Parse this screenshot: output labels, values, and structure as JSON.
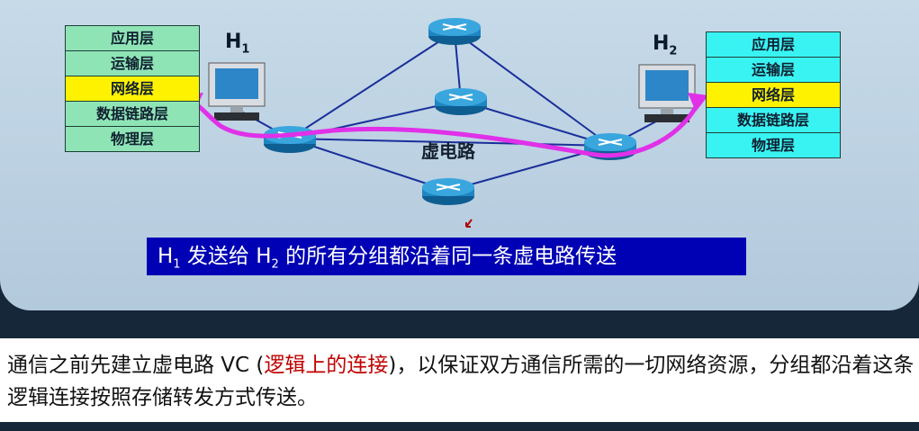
{
  "diagram": {
    "host_h1": {
      "letter": "H",
      "sub": "1"
    },
    "host_h2": {
      "letter": "H",
      "sub": "2"
    },
    "stack_h1": {
      "layers": [
        "应用层",
        "运输层",
        "网络层",
        "数据链路层",
        "物理层"
      ],
      "highlight_index": 2
    },
    "stack_h2": {
      "layers": [
        "应用层",
        "运输层",
        "网络层",
        "数据链路层",
        "物理层"
      ],
      "highlight_index": 2
    },
    "virtual_circuit_label": "虚电路",
    "banner": {
      "h1": "H",
      "h1_sub": "1",
      "mid": " 发送给 ",
      "h2": "H",
      "h2_sub": "2",
      "tail": " 的所有分组都沿着同一条虚电路传送"
    },
    "colors": {
      "path": "#e030e8",
      "banner_bg": "#0000b4",
      "highlight": "#fff200",
      "stack_h1_bg": "#8fe4b6",
      "stack_h2_bg": "#39f3f3",
      "router": "#1f86c2"
    }
  },
  "caption": {
    "part1": "通信之前先建立虚电路 VC (",
    "part_red": "逻辑上的连接",
    "part2": ")，以保证双方通信所需的一切网络资源，分组都沿着这条逻辑连接按照存储转发方式传送。"
  }
}
